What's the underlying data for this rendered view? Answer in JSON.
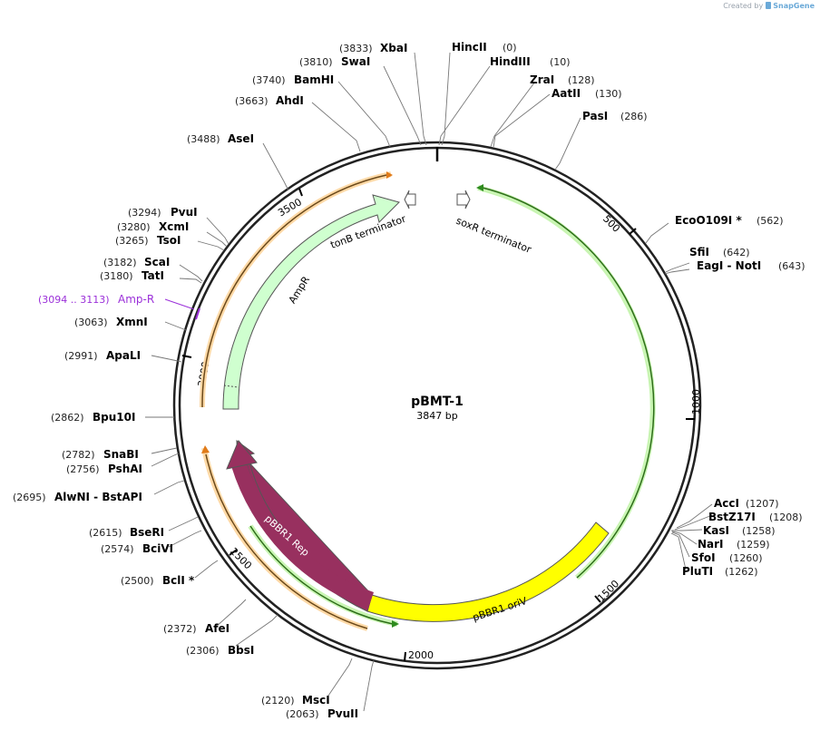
{
  "credit": {
    "prefix": "Created by",
    "brand": "SnapGene"
  },
  "plasmid": {
    "name": "pBMT-1",
    "length_label": "3847 bp",
    "length": 3847
  },
  "ticks": [
    "500",
    "1000",
    "1500",
    "2000",
    "2500",
    "3000",
    "3500"
  ],
  "colors": {
    "ampR": "#cfffcf",
    "rep": "#98305f",
    "ori": "#ffff00",
    "primer_green": "#2e8b1f",
    "primer_orange": "#e07b1a",
    "amp_r_site": "#9b30d9",
    "backbone": "#222222"
  },
  "sites": [
    {
      "id": "xbai",
      "name": "XbaI",
      "pos": "(3833)"
    },
    {
      "id": "hincii",
      "name": "HincII",
      "pos": "(0)"
    },
    {
      "id": "swai",
      "name": "SwaI",
      "pos": "(3810)"
    },
    {
      "id": "hindiii",
      "name": "HindIII",
      "pos": "(10)"
    },
    {
      "id": "bamhi",
      "name": "BamHI",
      "pos": "(3740)"
    },
    {
      "id": "zrai",
      "name": "ZraI",
      "pos": "(128)"
    },
    {
      "id": "aatii",
      "name": "AatII",
      "pos": "(130)"
    },
    {
      "id": "ahdi",
      "name": "AhdI",
      "pos": "(3663)"
    },
    {
      "id": "pasi",
      "name": "PasI",
      "pos": "(286)"
    },
    {
      "id": "asei",
      "name": "AseI",
      "pos": "(3488)"
    },
    {
      "id": "ecoo109i",
      "name": "EcoO109I *",
      "pos": "(562)"
    },
    {
      "id": "pvui",
      "name": "PvuI",
      "pos": "(3294)"
    },
    {
      "id": "xcmi",
      "name": "XcmI",
      "pos": "(3280)"
    },
    {
      "id": "tsoi",
      "name": "TsoI",
      "pos": "(3265)"
    },
    {
      "id": "sfii",
      "name": "SfiI",
      "pos": "(642)"
    },
    {
      "id": "eagi",
      "name": "EagI  - NotI",
      "pos": "(643)"
    },
    {
      "id": "scai",
      "name": "ScaI",
      "pos": "(3182)"
    },
    {
      "id": "tati",
      "name": "TatI",
      "pos": "(3180)"
    },
    {
      "id": "xmni",
      "name": "XmnI",
      "pos": "(3063)"
    },
    {
      "id": "apali",
      "name": "ApaLI",
      "pos": "(2991)"
    },
    {
      "id": "bpu10i",
      "name": "Bpu10I",
      "pos": "(2862)"
    },
    {
      "id": "snabi",
      "name": "SnaBI",
      "pos": "(2782)"
    },
    {
      "id": "pshai",
      "name": "PshAI",
      "pos": "(2756)"
    },
    {
      "id": "alwni",
      "name": "AlwNI  - BstAPI",
      "pos": "(2695)"
    },
    {
      "id": "acci",
      "name": "AccI",
      "pos": "(1207)"
    },
    {
      "id": "bstz17i",
      "name": "BstZ17I",
      "pos": "(1208)"
    },
    {
      "id": "kasi",
      "name": "KasI",
      "pos": "(1258)"
    },
    {
      "id": "nari",
      "name": "NarI",
      "pos": "(1259)"
    },
    {
      "id": "sfoi",
      "name": "SfoI",
      "pos": "(1260)"
    },
    {
      "id": "pluti",
      "name": "PluTI",
      "pos": "(1262)"
    },
    {
      "id": "beri",
      "name": "BseRI",
      "pos": "(2615)"
    },
    {
      "id": "bcivi",
      "name": "BciVI",
      "pos": "(2574)"
    },
    {
      "id": "bcli",
      "name": "BclI *",
      "pos": "(2500)"
    },
    {
      "id": "afei",
      "name": "AfeI",
      "pos": "(2372)"
    },
    {
      "id": "bbsi",
      "name": "BbsI",
      "pos": "(2306)"
    },
    {
      "id": "msci",
      "name": "MscI",
      "pos": "(2120)"
    },
    {
      "id": "pvuii",
      "name": "PvuII",
      "pos": "(2063)"
    }
  ],
  "amp_r_site": {
    "name": "Amp-R",
    "pos": "(3094 .. 3113)"
  },
  "features": {
    "ampR": "AmpR",
    "tonb": "tonB terminator",
    "soxr": "soxR terminator",
    "rep": "pBBR1 Rep",
    "ori": "pBBR1 oriV"
  }
}
